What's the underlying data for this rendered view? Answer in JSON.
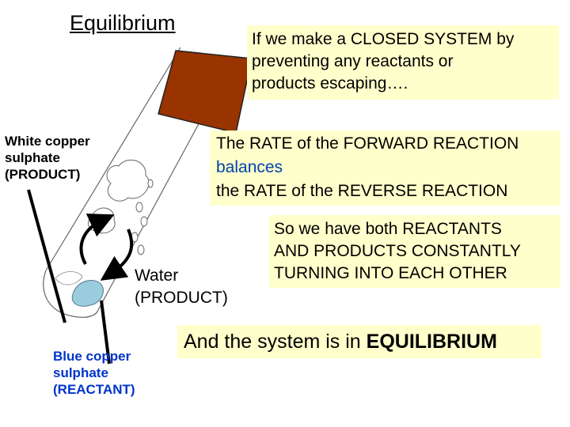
{
  "title": "Equilibrium",
  "closed_system_text": [
    "If we make a CLOSED SYSTEM by",
    "preventing any reactants or",
    "products escaping…."
  ],
  "rate_text": {
    "line1": "The RATE of the FORWARD REACTION",
    "line2": "balances",
    "line3": "the RATE of the REVERSE REACTION"
  },
  "both_text": [
    "So we have both REACTANTS",
    "AND PRODUCTS CONSTANTLY",
    "TURNING INTO EACH OTHER"
  ],
  "equilibrium_text": {
    "prefix": "And the system is in ",
    "emphasis": "EQUILIBRIUM"
  },
  "labels": {
    "white_copper": [
      "White copper",
      "sulphate",
      "(PRODUCT)"
    ],
    "blue_copper": [
      "Blue copper",
      "sulphate",
      "(REACTANT)"
    ],
    "water": [
      "Water",
      "(PRODUCT)"
    ]
  },
  "colors": {
    "stopper": "#993300",
    "text_box": "#ffffcc",
    "highlight_blue": "#0044aa",
    "crystal_blue": "#99ccdd"
  }
}
